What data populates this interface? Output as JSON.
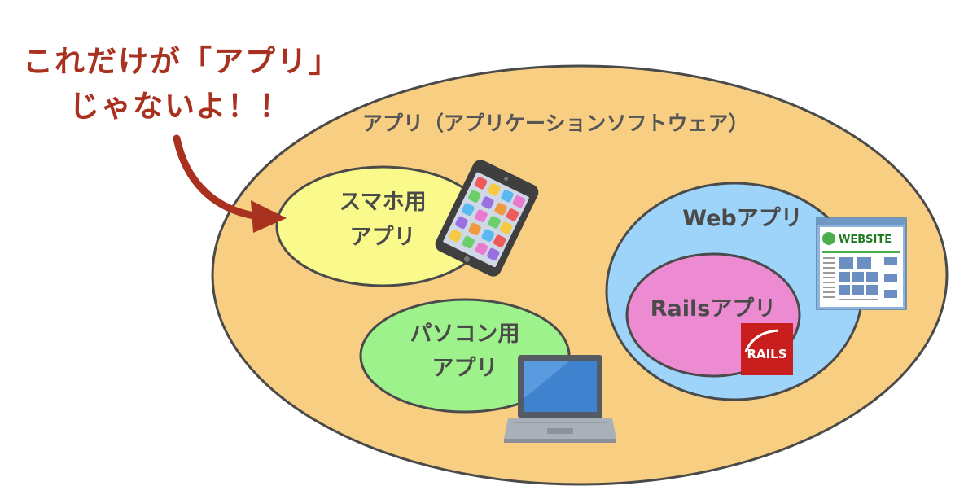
{
  "callout": {
    "line1": "これだけが「アプリ」",
    "line2": "じゃないよ！！"
  },
  "outer": {
    "label": "アプリ（アプリケーションソフトウェア）"
  },
  "smartphone": {
    "line1": "スマホ用",
    "line2": "アプリ"
  },
  "pc": {
    "line1": "パソコン用",
    "line2": "アプリ"
  },
  "web": {
    "label": "Webアプリ"
  },
  "rails": {
    "label": "Railsアプリ"
  },
  "icons": {
    "smartphone": "smartphone-icon",
    "laptop": "laptop-icon",
    "website": "website-icon",
    "rails_logo": "rails-logo-icon",
    "rails_logo_text": "RAILS",
    "website_banner_text": "WEBSITE"
  },
  "colors": {
    "outer_fill": "#f8cf82",
    "smartphone_fill": "#fafa8c",
    "pc_fill": "#9df28b",
    "web_fill": "#9ed3fa",
    "rails_fill": "#ec8ad2",
    "stroke": "#4a4a4a",
    "callout": "#a8311f",
    "rails_red": "#c81e1e"
  }
}
